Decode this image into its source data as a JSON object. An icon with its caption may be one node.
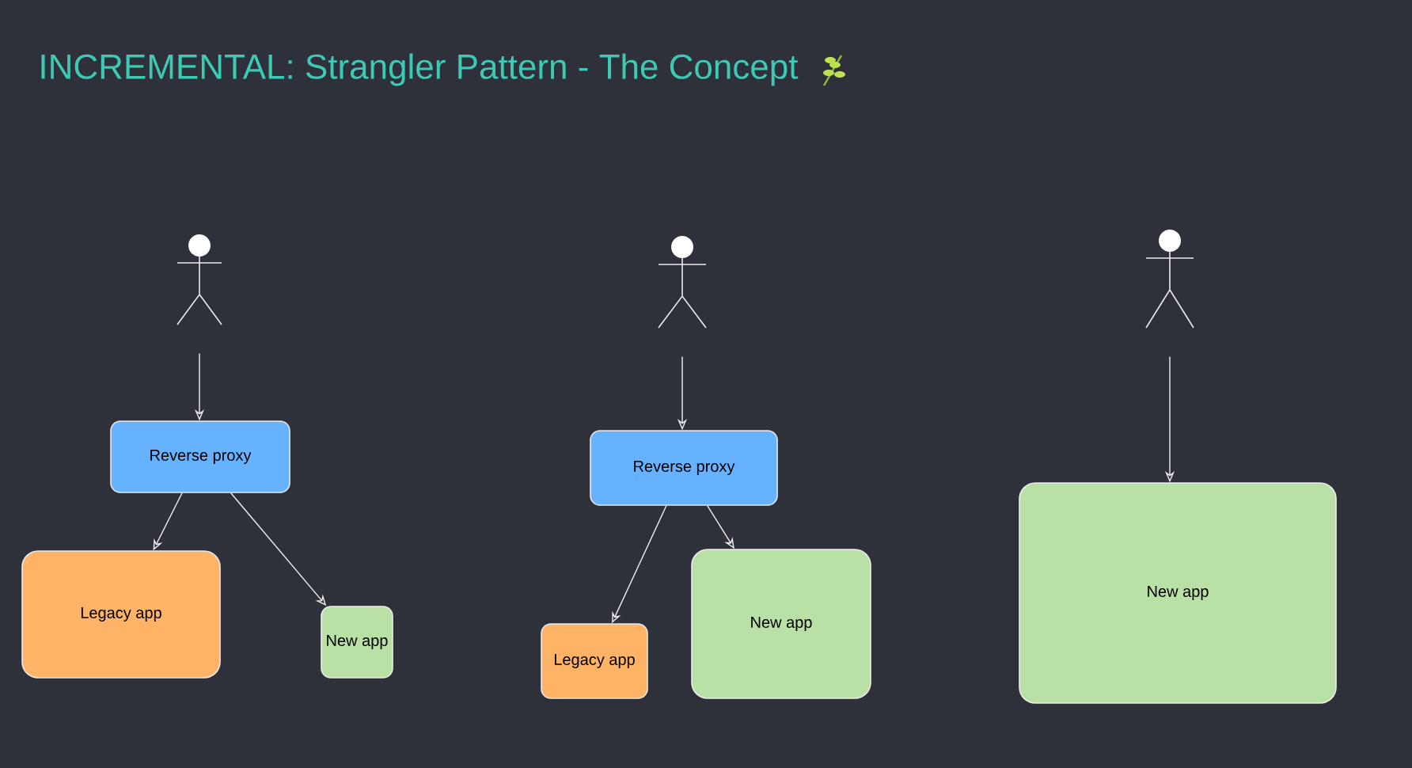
{
  "diagram": {
    "title": "INCREMENTAL: Strangler Pattern - The Concept",
    "nodes": [
      {
        "text": [],
        "shape": "person"
      },
      {
        "text": [
          "Reverse proxy"
        ]
      },
      {
        "text": [
          "Legacy app"
        ]
      },
      {
        "text": [
          "New app"
        ]
      },
      {
        "text": [],
        "shape": "person"
      },
      {
        "text": [
          "Reverse proxy"
        ]
      },
      {
        "text": [
          "Legacy app"
        ]
      },
      {
        "text": [
          "New app"
        ]
      },
      {
        "text": [],
        "shape": "person"
      },
      {
        "text": [
          "New app"
        ]
      }
    ],
    "edges": [
      {
        "from": 0,
        "to": 1,
        "arrow": "to"
      },
      {
        "from": 1,
        "to": 2,
        "arrow": "to"
      },
      {
        "from": 1,
        "to": 3,
        "arrow": "to"
      },
      {
        "from": 4,
        "to": 5,
        "arrow": "to"
      },
      {
        "from": 5,
        "to": 6,
        "arrow": "to"
      },
      {
        "from": 5,
        "to": 7,
        "arrow": "to"
      },
      {
        "from": 8,
        "to": 9,
        "arrow": "to"
      }
    ]
  }
}
